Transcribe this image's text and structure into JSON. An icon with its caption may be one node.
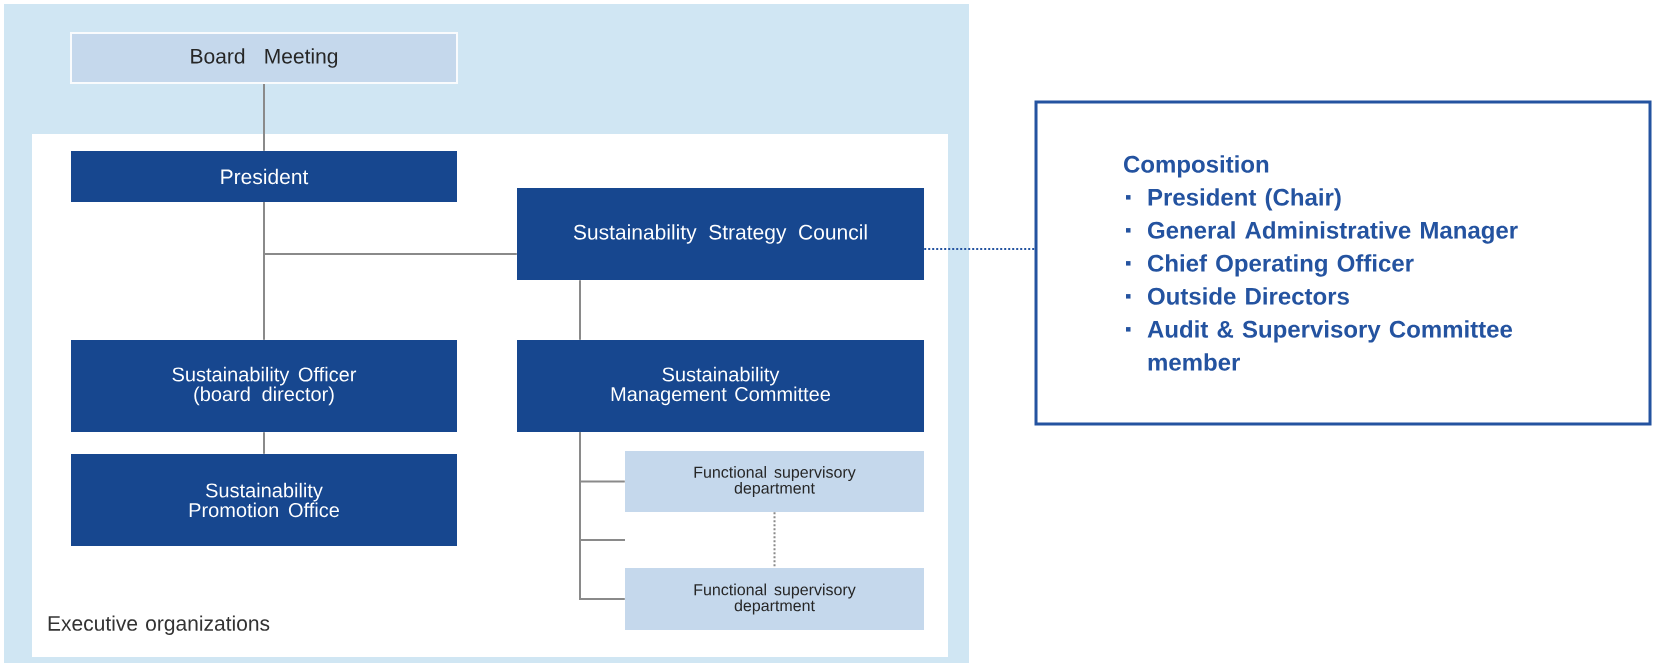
{
  "diagram": {
    "nodes": [
      {
        "text": [
          "Executive organizations"
        ]
      },
      {
        "text": [
          "Board Meeting"
        ]
      },
      {
        "text": [
          "President"
        ],
        "in": 0
      },
      {
        "text": [
          "Sustainability Strategy Council"
        ],
        "in": 0
      },
      {
        "text": [
          "Sustainability Officer (board director)"
        ],
        "in": 0
      },
      {
        "text": [
          "Sustainability Promotion Office"
        ],
        "in": 0
      },
      {
        "text": [
          "Sustainability Management Committee"
        ],
        "in": 0
      },
      {
        "text": [
          "Functional supervisory department"
        ],
        "in": 0
      },
      {
        "text": [
          "Functional supervisory department"
        ],
        "in": 0
      },
      {
        "text": [
          "Composition",
          "President (Chair)",
          "General Administrative Manager",
          "Chief Operating Officer",
          "Outside Directors",
          "Audit & Supervisory Committee member"
        ]
      }
    ],
    "edges": [
      {
        "from": 1,
        "to": 2,
        "arrow": "none"
      },
      {
        "from": 2,
        "to": 4,
        "arrow": "none"
      },
      {
        "from": 2,
        "to": 3,
        "arrow": "none"
      },
      {
        "from": 4,
        "to": 5,
        "arrow": "none"
      },
      {
        "from": 3,
        "to": 6,
        "arrow": "none"
      },
      {
        "from": 6,
        "to": 7,
        "arrow": "none"
      },
      {
        "from": 6,
        "to": 8,
        "arrow": "none"
      },
      {
        "from": 7,
        "to": 8,
        "arrow": "none",
        "style": "dashed"
      },
      {
        "from": 3,
        "to": 9,
        "arrow": "none",
        "style": "dashed",
        "color": "#2453a0"
      }
    ]
  }
}
